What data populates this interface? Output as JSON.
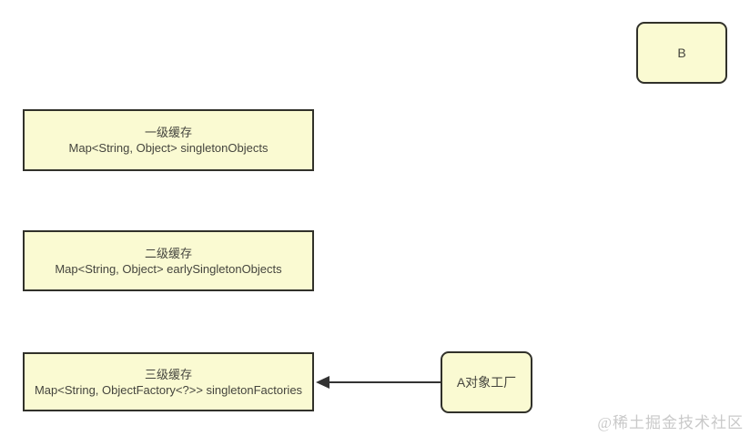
{
  "diagram": {
    "caches": [
      {
        "title": "一级缓存",
        "code": "Map<String, Object> singletonObjects"
      },
      {
        "title": "二级缓存",
        "code": "Map<String, Object> earlySingletonObjects"
      },
      {
        "title": "三级缓存",
        "code": "Map<String, ObjectFactory<?>> singletonFactories"
      }
    ],
    "node_b": {
      "label": "B"
    },
    "node_a_factory": {
      "label": "A对象工厂"
    },
    "watermark": "@稀土掘金技术社区",
    "colors": {
      "box_fill": "#FAFAD2",
      "box_border": "#31312A",
      "text": "#45453E",
      "arrow": "#333333",
      "watermark": "#C9C9C9",
      "background": "#FFFFFF"
    }
  }
}
